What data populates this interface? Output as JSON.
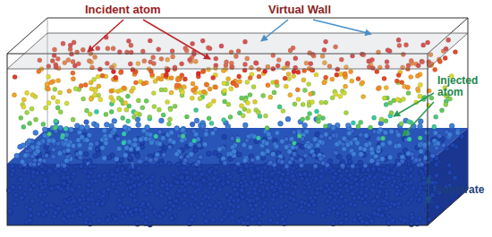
{
  "diagram": {
    "labels": [
      "Incident atom",
      "Virtual Wall",
      "Injected atom",
      "Substrate"
    ]
  }
}
